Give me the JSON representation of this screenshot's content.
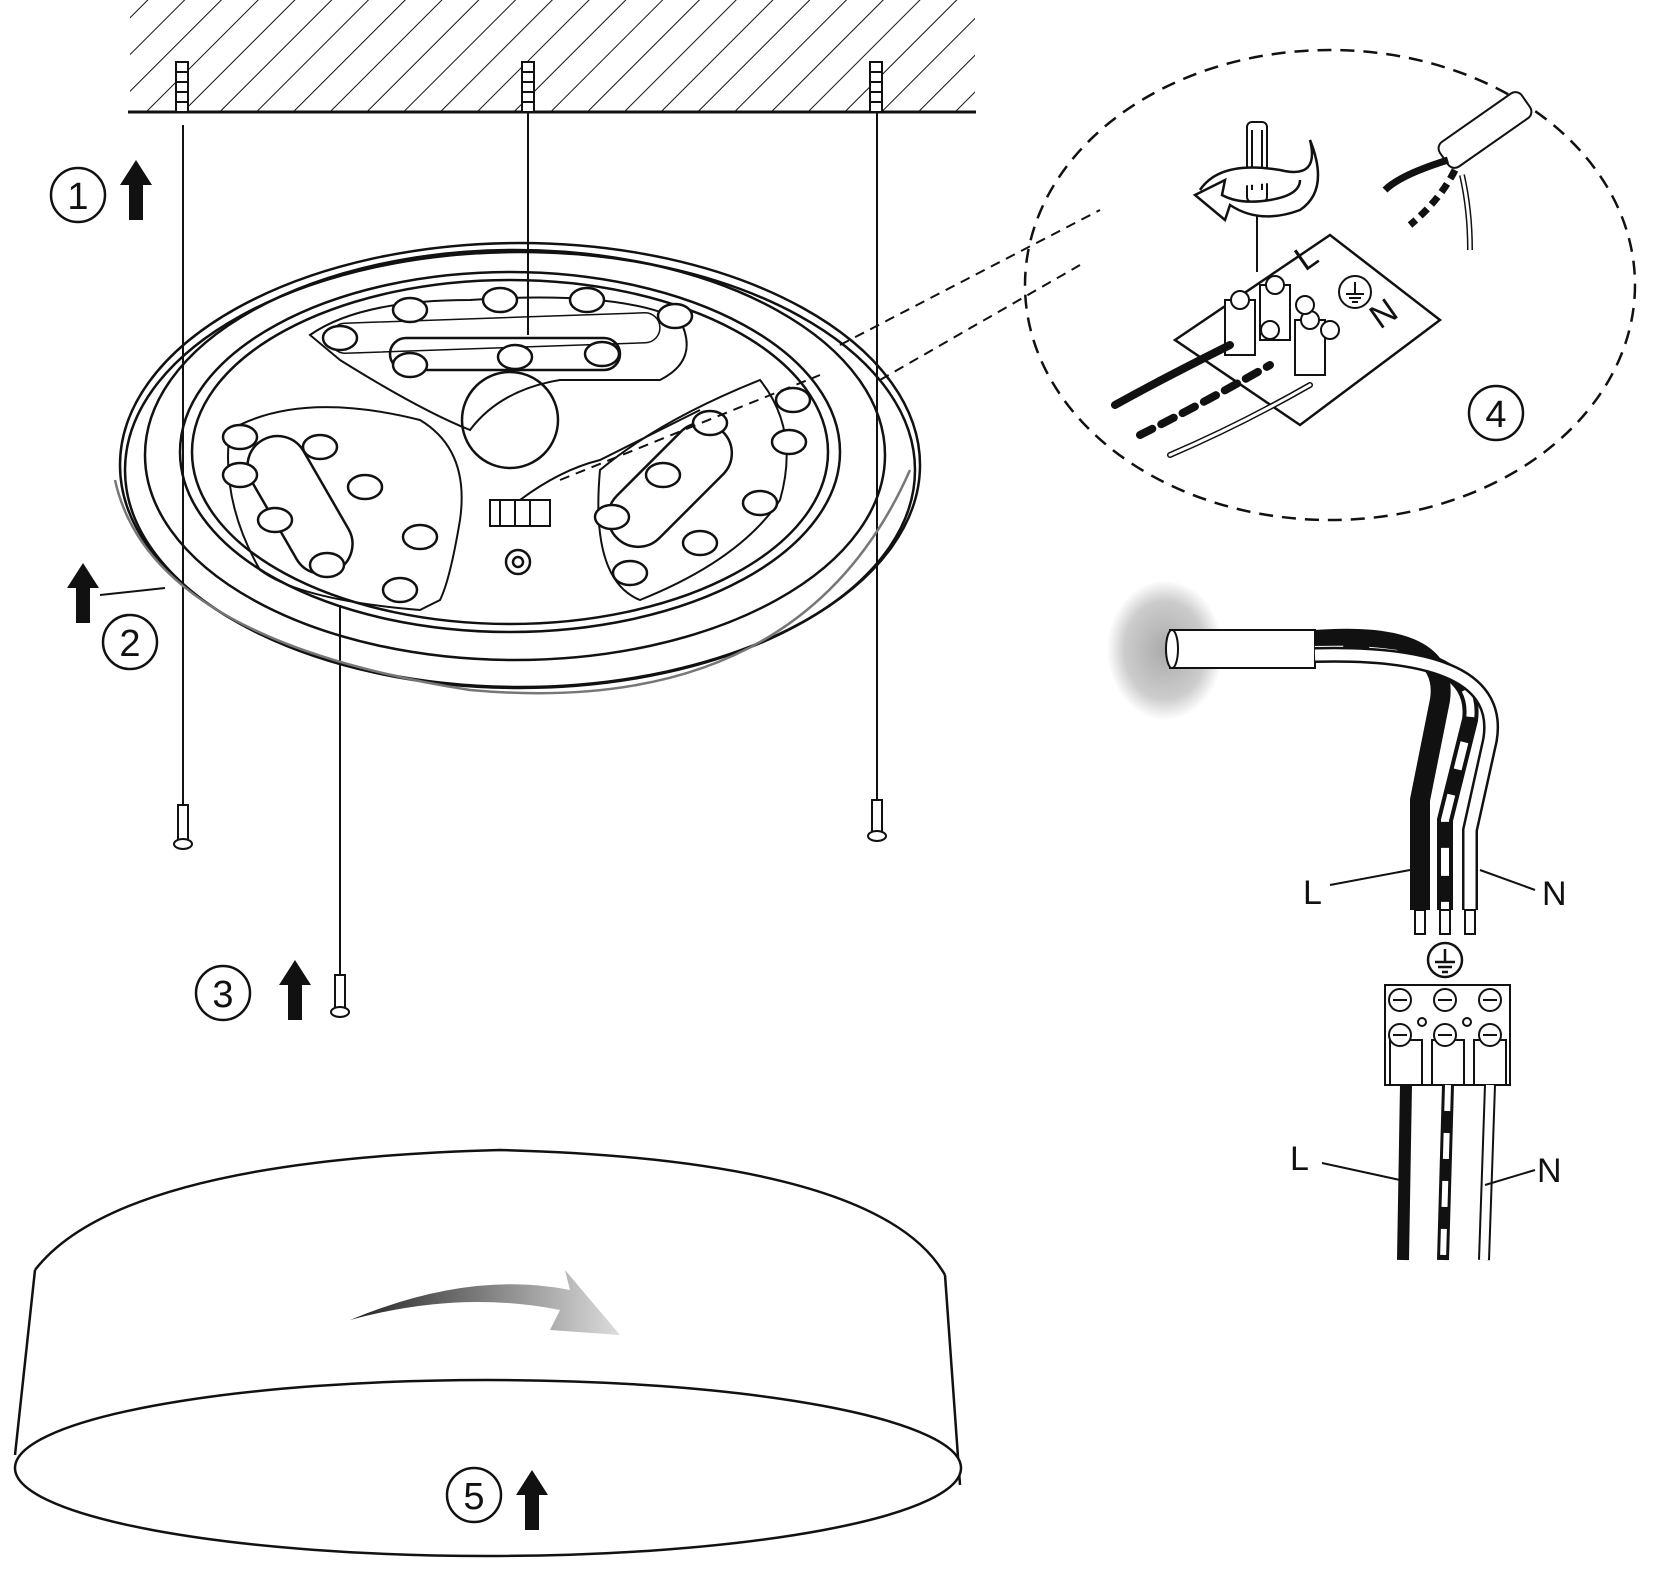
{
  "steps": {
    "s1": "1",
    "s2": "2",
    "s3": "3",
    "s4": "4",
    "s5": "5"
  },
  "terminal_symbols": {
    "live": "L",
    "neutral": "N"
  },
  "wire_labels_upper": {
    "live": "L",
    "neutral": "N"
  },
  "wire_labels_lower": {
    "live": "L",
    "neutral": "N"
  },
  "icons": {
    "earth": "earth-ground-icon",
    "arrow": "up-arrow-icon",
    "rotate": "rotate-arrow-icon",
    "screwdriver": "screwdriver-icon"
  },
  "colors": {
    "line": "#111111",
    "background": "#ffffff"
  }
}
